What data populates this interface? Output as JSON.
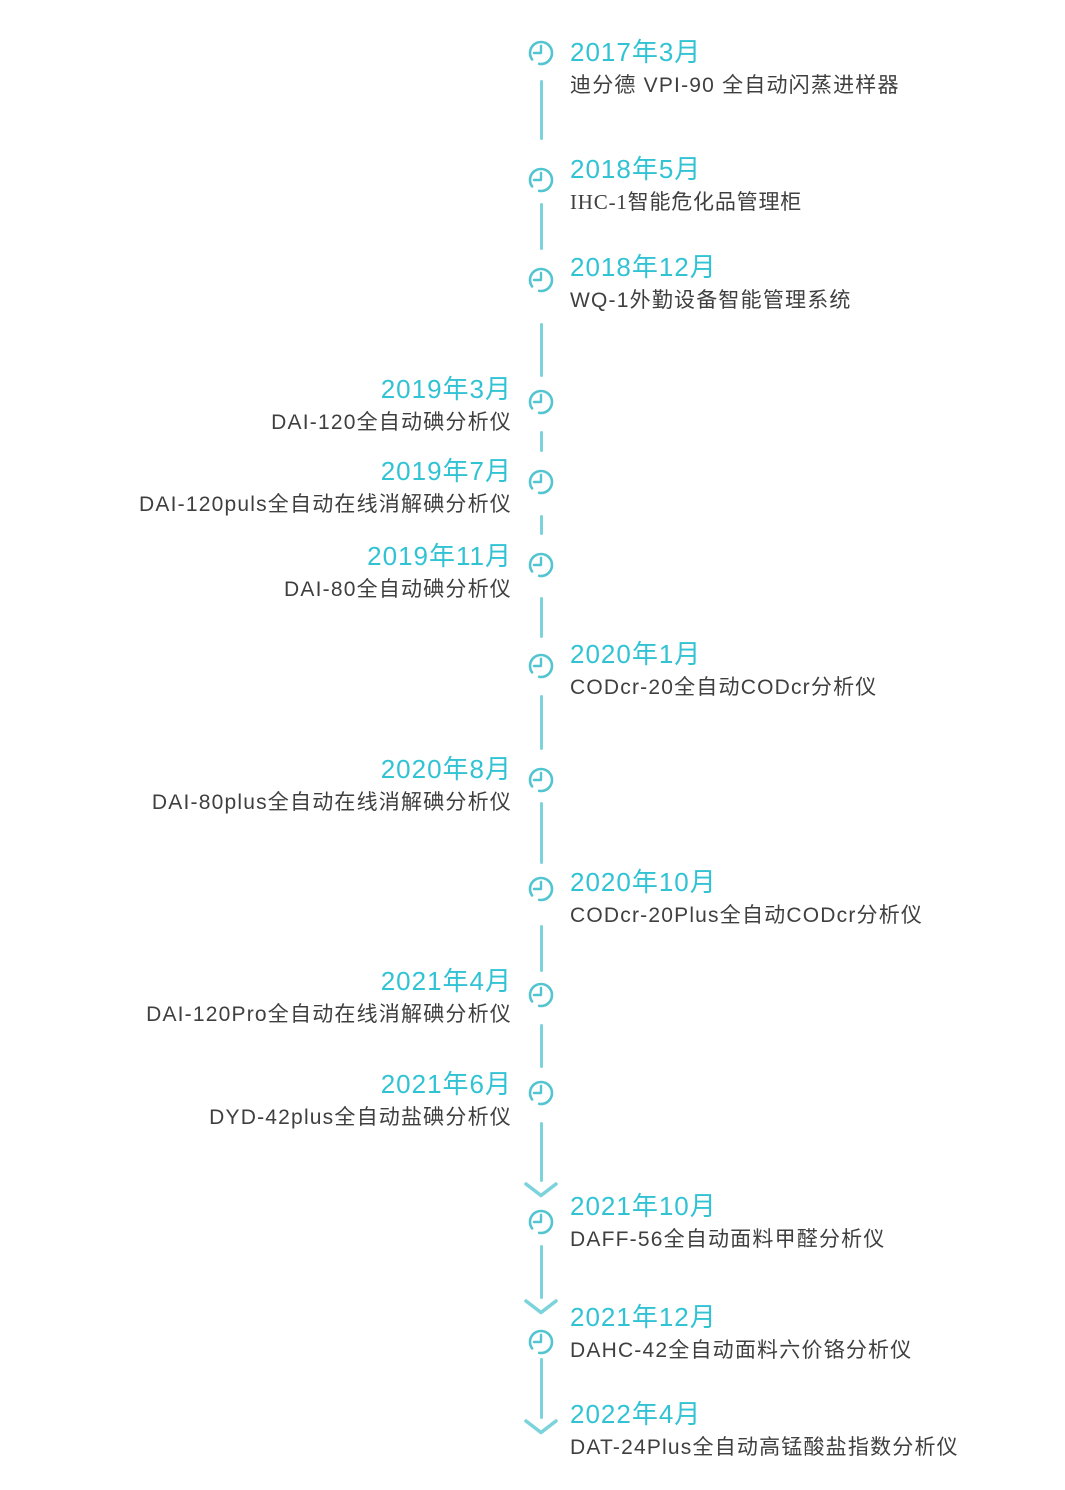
{
  "timeline": {
    "accent_color": "#31c3d4",
    "line_color": "#7dd3dc",
    "icon_color": "#52c5d1",
    "text_color": "#3f3f3f",
    "entries": [
      {
        "date": "2017年3月",
        "title": "迪分德 VPI-90 全自动闪蒸进样器",
        "side": "right",
        "icon": "clock",
        "arrow_above": false,
        "serif_title": false
      },
      {
        "date": "2018年5月",
        "title": "IHC-1智能危化品管理柜",
        "side": "right",
        "icon": "clock",
        "arrow_above": false,
        "serif_title": true
      },
      {
        "date": "2018年12月",
        "title": "WQ-1外勤设备智能管理系统",
        "side": "right",
        "icon": "clock",
        "arrow_above": false,
        "serif_title": false
      },
      {
        "date": "2019年3月",
        "title": "DAI-120全自动碘分析仪",
        "side": "left",
        "icon": "clock",
        "arrow_above": false,
        "serif_title": false
      },
      {
        "date": "2019年7月",
        "title": "DAI-120puls全自动在线消解碘分析仪",
        "side": "left",
        "icon": "clock",
        "arrow_above": false,
        "serif_title": false
      },
      {
        "date": "2019年11月",
        "title": "DAI-80全自动碘分析仪",
        "side": "left",
        "icon": "clock",
        "arrow_above": false,
        "serif_title": false
      },
      {
        "date": "2020年1月",
        "title": "CODcr-20全自动CODcr分析仪",
        "side": "right",
        "icon": "clock",
        "arrow_above": false,
        "serif_title": false
      },
      {
        "date": "2020年8月",
        "title": "DAI-80plus全自动在线消解碘分析仪",
        "side": "left",
        "icon": "clock",
        "arrow_above": false,
        "serif_title": false
      },
      {
        "date": "2020年10月",
        "title": "CODcr-20Plus全自动CODcr分析仪",
        "side": "right",
        "icon": "clock",
        "arrow_above": false,
        "serif_title": false
      },
      {
        "date": "2021年4月",
        "title": "DAI-120Pro全自动在线消解碘分析仪",
        "side": "left",
        "icon": "clock",
        "arrow_above": false,
        "serif_title": false
      },
      {
        "date": "2021年6月",
        "title": "DYD-42plus全自动盐碘分析仪",
        "side": "left",
        "icon": "clock",
        "arrow_above": false,
        "serif_title": false
      },
      {
        "date": "2021年10月",
        "title": "DAFF-56全自动面料甲醛分析仪",
        "side": "right",
        "icon": "clock",
        "arrow_above": true,
        "serif_title": false
      },
      {
        "date": "2021年12月",
        "title": "DAHC-42全自动面料六价铬分析仪",
        "side": "right",
        "icon": "clock",
        "arrow_above": true,
        "serif_title": false
      },
      {
        "date": "2022年4月",
        "title": "DAT-24Plus全自动高锰酸盐指数分析仪",
        "side": "right",
        "icon": "none",
        "arrow_above": true,
        "serif_title": false
      }
    ]
  }
}
